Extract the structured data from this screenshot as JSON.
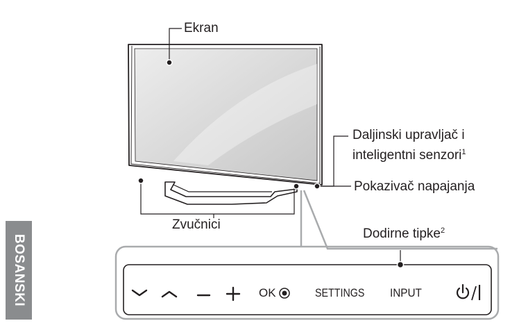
{
  "labels": {
    "screen": "Ekran",
    "remote_sensor": "Daljinski upravljač i",
    "intelligent_sensor": "inteligentni senzori",
    "remote_sensor_note": "1",
    "power_indicator": "Pokazivač napajanja",
    "speakers": "Zvučnici",
    "touch_buttons": "Dodirne tipke",
    "touch_buttons_note": "2"
  },
  "side_tab": {
    "language": "BOSANSKI"
  },
  "buttons": {
    "ok": "OK",
    "settings": "SETTINGS",
    "input": "INPUT"
  },
  "icons": [
    "chevron-down-icon",
    "chevron-up-icon",
    "minus-icon",
    "plus-icon",
    "ok-dot-icon",
    "power-icon"
  ],
  "colors": {
    "tab": "#8a8c8e",
    "callout": "#a9abad",
    "line": "#231f20"
  }
}
